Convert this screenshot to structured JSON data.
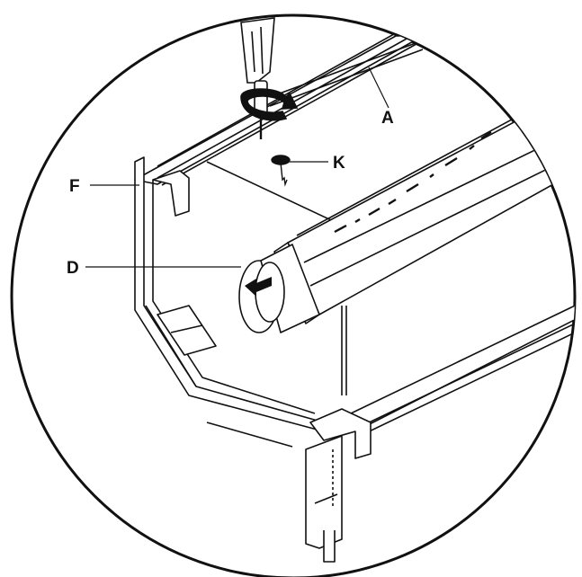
{
  "labels": {
    "a": "A",
    "k": "K",
    "f": "F",
    "d": "D"
  },
  "colors": {
    "ink": "#111111",
    "paper": "#ffffff",
    "shade": "#e6e6e6"
  }
}
